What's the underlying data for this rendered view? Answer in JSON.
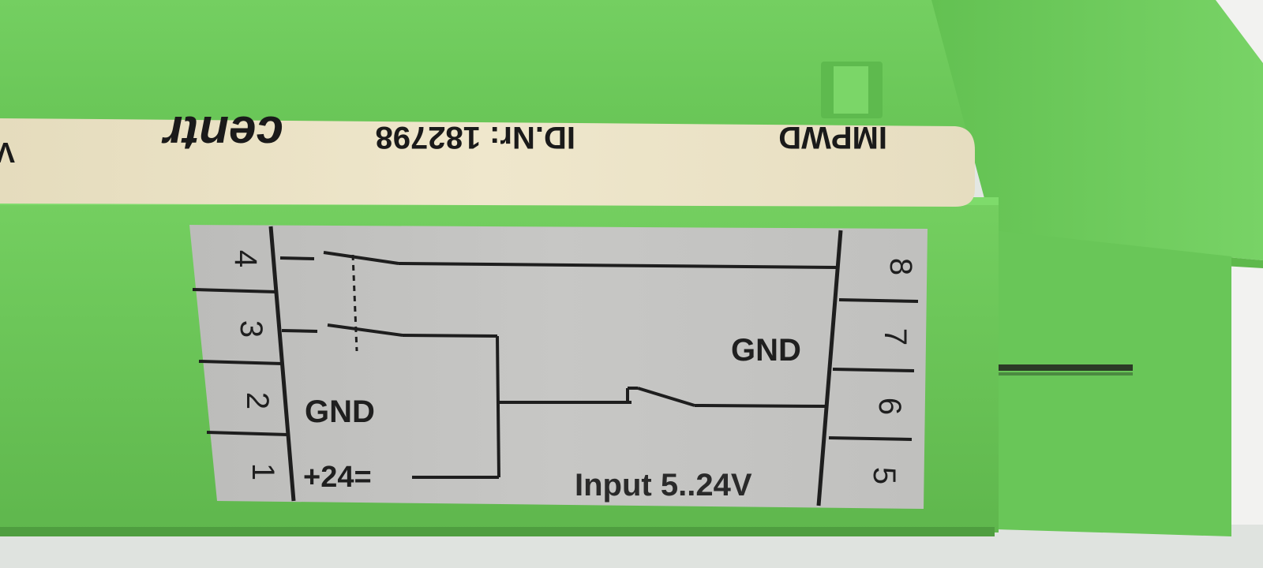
{
  "label": {
    "brand_partial": "centr",
    "brand_fragment": "V",
    "id_number": "ID.Nr: 182798",
    "model": "IMPWD"
  },
  "diagram": {
    "left_gnd": "GND",
    "supply": "+24=",
    "right_gnd": "GND",
    "input": "Input 5..24V",
    "terminals_left": [
      "4",
      "3",
      "2",
      "1"
    ],
    "terminals_right": [
      "8",
      "7",
      "6",
      "5"
    ]
  },
  "colors": {
    "housing_green": "#6ecb5c",
    "label_cream": "#ece3c6",
    "panel_grey": "#c3c3c1"
  }
}
